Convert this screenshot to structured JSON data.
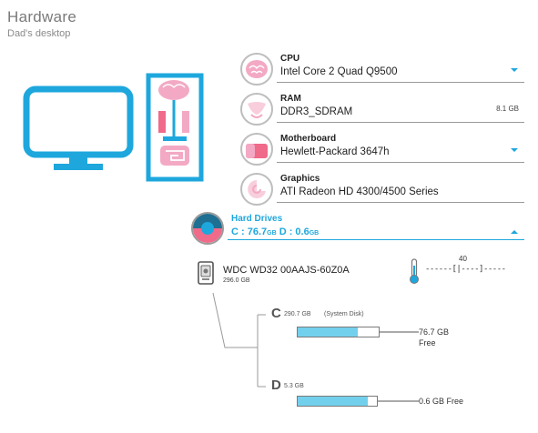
{
  "header": {
    "title": "Hardware",
    "subtitle": "Dad's desktop"
  },
  "components": [
    {
      "name": "CPU",
      "value": "Intel Core 2 Quad Q9500",
      "extra": "",
      "expandable": true
    },
    {
      "name": "RAM",
      "value": "DDR3_SDRAM",
      "extra": "8.1 GB",
      "expandable": false
    },
    {
      "name": "Motherboard",
      "value": "Hewlett-Packard 3647h",
      "extra": "",
      "expandable": true
    },
    {
      "name": "Graphics",
      "value": "ATI Radeon HD 4300/4500 Series",
      "extra": "",
      "expandable": false
    }
  ],
  "hard_drives": {
    "label": "Hard Drives",
    "c_prefix": "C : 76.7",
    "c_unit": "GB",
    "d_prefix": " D : 0.6",
    "d_unit": "GB",
    "drive": {
      "model": "WDC WD32 00AAJS-60Z0A",
      "size": "296.0 GB"
    },
    "temperature": {
      "value": "40",
      "scale": "------[|----]-----"
    },
    "partitions": [
      {
        "letter": "C",
        "size": "290.7 GB",
        "note": "(System Disk)",
        "free_line1": "76.7 GB",
        "free_line2": "Free",
        "used_fraction": 0.74
      },
      {
        "letter": "D",
        "size": "5.3 GB",
        "note": "",
        "free_line1": "0.6 GB Free",
        "free_line2": "",
        "used_fraction": 0.89
      }
    ]
  },
  "colors": {
    "accent": "#1ea7dd",
    "pink": "#f3a9c4",
    "bar_fill": "#73d0ec",
    "text_gray": "#7a7a7a"
  }
}
